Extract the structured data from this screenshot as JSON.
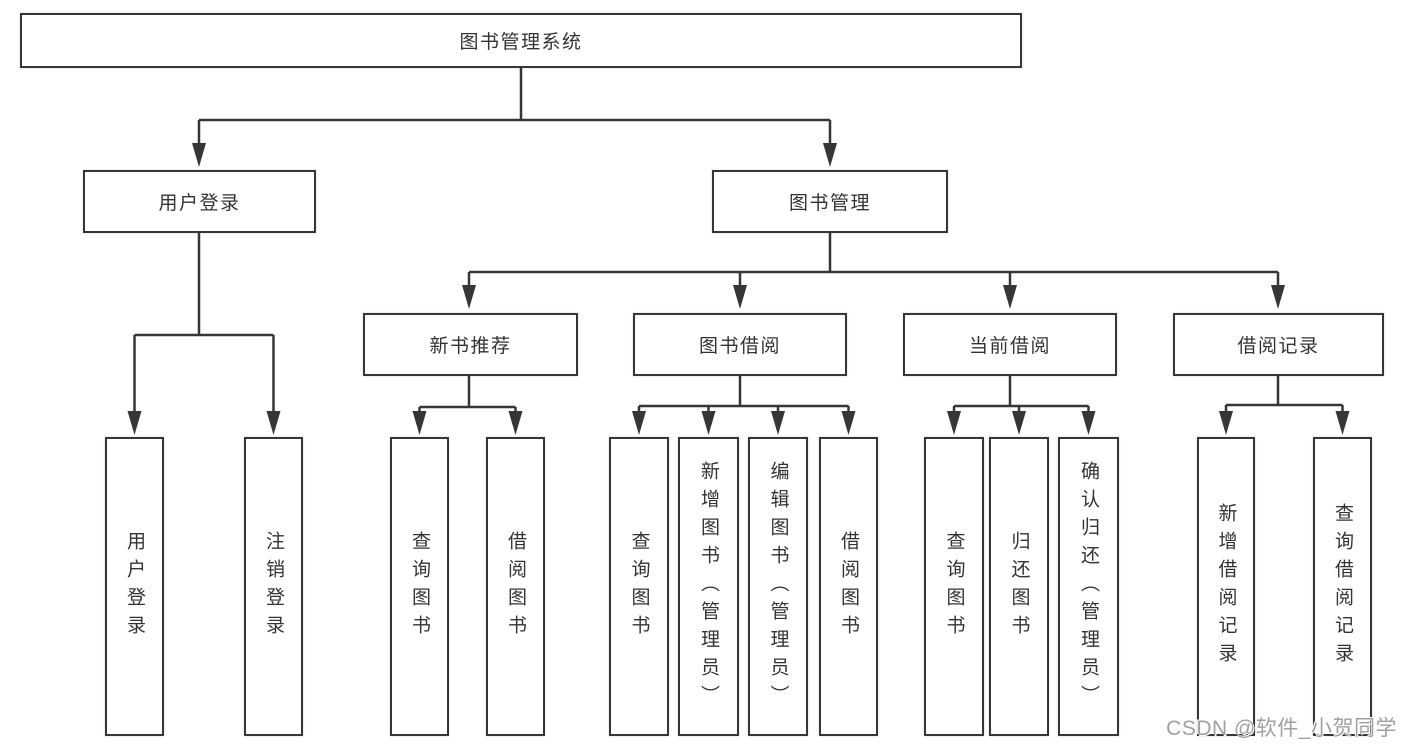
{
  "diagram_title": "图书管理系统",
  "nodes": {
    "root": {
      "label": "图书管理系统"
    },
    "user_login": {
      "label": "用户登录"
    },
    "book_mgmt": {
      "label": "图书管理"
    },
    "login": {
      "label": "用户登录"
    },
    "logout": {
      "label": "注销登录"
    },
    "new_book_rec": {
      "label": "新书推荐"
    },
    "book_borrow": {
      "label": "图书借阅"
    },
    "current_borrow": {
      "label": "当前借阅"
    },
    "borrow_records": {
      "label": "借阅记录"
    },
    "rec_query_book": {
      "label": "查询图书"
    },
    "rec_borrow_book": {
      "label": "借阅图书"
    },
    "bb_query_book": {
      "label": "查询图书"
    },
    "bb_add_book": {
      "label": "新增图书（管理员）"
    },
    "bb_edit_book": {
      "label": "编辑图书（管理员）"
    },
    "bb_borrow_book": {
      "label": "借阅图书"
    },
    "cb_query_book": {
      "label": "查询图书"
    },
    "cb_return_book": {
      "label": "归还图书"
    },
    "cb_confirm_return": {
      "label": "确认归还（管理员）"
    },
    "br_add_record": {
      "label": "新增借阅记录"
    },
    "br_query_record": {
      "label": "查询借阅记录"
    }
  },
  "structure": {
    "图书管理系统": {
      "用户登录": [
        "用户登录",
        "注销登录"
      ],
      "图书管理": {
        "新书推荐": [
          "查询图书",
          "借阅图书"
        ],
        "图书借阅": [
          "查询图书",
          "新增图书（管理员）",
          "编辑图书（管理员）",
          "借阅图书"
        ],
        "当前借阅": [
          "查询图书",
          "归还图书",
          "确认归还（管理员）"
        ],
        "借阅记录": [
          "新增借阅记录",
          "查询借阅记录"
        ]
      }
    }
  },
  "watermark": {
    "text": "CSDN @软件_小贺同学"
  },
  "colors": {
    "line": "#363636",
    "box_border": "#363636",
    "text": "#333333",
    "watermark": "#a0a0a0",
    "background": "#ffffff"
  }
}
